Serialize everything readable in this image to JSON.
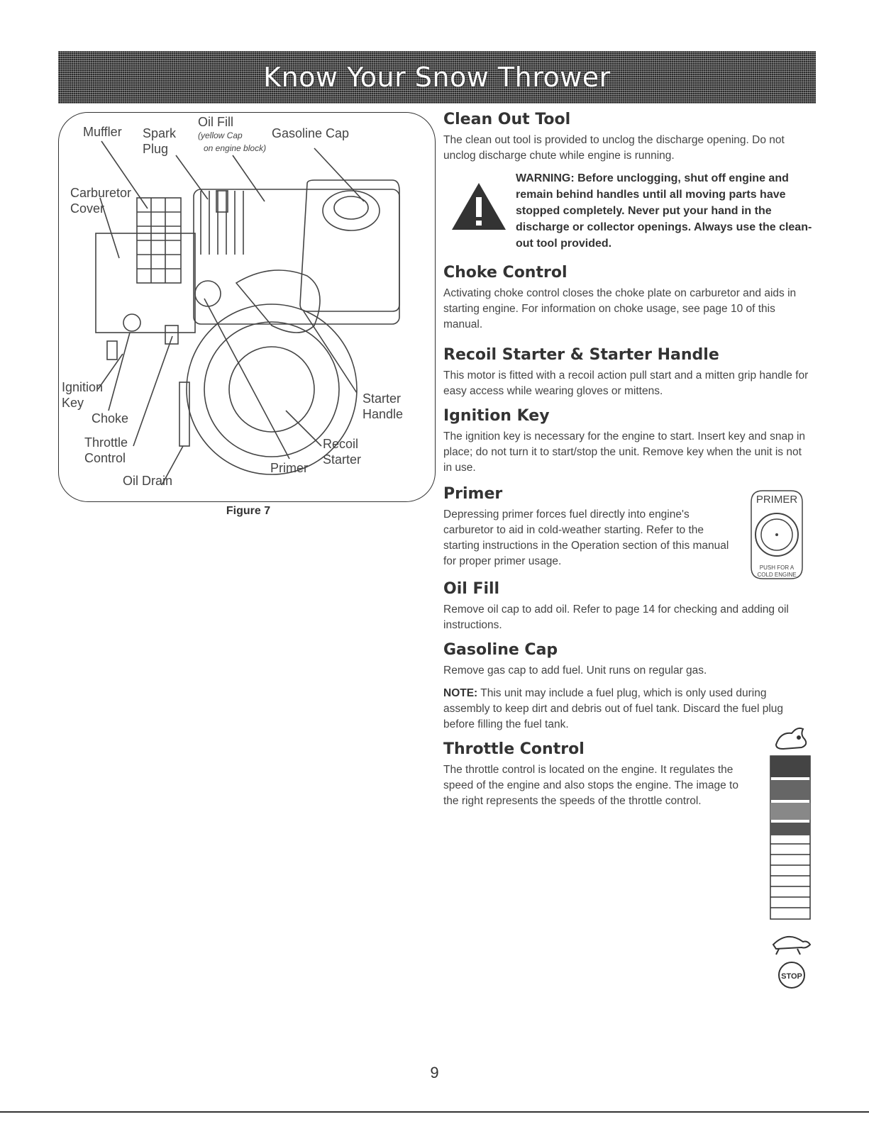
{
  "header": {
    "title": "Know Your Snow Thrower"
  },
  "figure": {
    "caption": "Figure 7",
    "labels": {
      "muffler": "Muffler",
      "spark": "Spark",
      "plug": "Plug",
      "oil_fill": "Oil Fill",
      "oil_fill_note1": "(yellow Cap",
      "oil_fill_note2": "on engine block)",
      "gasoline_cap": "Gasoline Cap",
      "carburetor": "Carburetor",
      "cover": "Cover",
      "ignition": "Ignition",
      "key": "Key",
      "choke": "Choke",
      "throttle": "Throttle",
      "control": "Control",
      "oil_drain": "Oil Drain",
      "primer": "Primer",
      "recoil": "Recoil",
      "starter": "Starter",
      "starter_top": "Starter",
      "handle": "Handle"
    }
  },
  "sections": {
    "clean_out_tool": {
      "title": "Clean Out Tool",
      "body": "The clean out tool is provided to unclog the discharge opening. Do not unclog discharge chute while engine is running."
    },
    "warning": {
      "text": "WARNING: Before unclogging, shut off engine and remain behind handles until all moving parts have stopped completely. Never put your hand in the discharge or collector openings. Always use the clean-out tool provided."
    },
    "choke_control": {
      "title": "Choke Control",
      "body": "Activating choke control closes the choke plate on carburetor and aids in starting engine. For information on choke usage, see page 10 of this manual."
    },
    "recoil_starter": {
      "title": "Recoil Starter & Starter Handle",
      "body": "This motor is fitted with a recoil action pull start and a mitten grip handle for easy access while wearing gloves or mittens."
    },
    "ignition_key": {
      "title": "Ignition Key",
      "body": "The ignition key is necessary for the engine to start. Insert key and snap in place; do not turn it to start/stop the unit. Remove key when the unit is not in use."
    },
    "primer": {
      "title": "Primer",
      "body": "Depressing primer forces fuel directly into engine's carburetor to aid in cold-weather starting. Refer to the starting instructions in the Operation section of this manual for proper primer usage.",
      "graphic_label": "PRIMER",
      "graphic_sub1": "PUSH FOR A",
      "graphic_sub2": "COLD ENGINE"
    },
    "oil_fill": {
      "title": "Oil Fill",
      "body": "Remove oil cap to add oil. Refer to page 14 for checking and adding oil instructions."
    },
    "gasoline_cap": {
      "title": "Gasoline Cap",
      "body": "Remove gas cap to add fuel. Unit runs on regular gas.",
      "note_label": "NOTE:",
      "note_body": " This unit may include a fuel plug, which is only used during assembly to keep dirt and debris out of fuel tank. Discard the fuel plug before filling the fuel tank."
    },
    "throttle_control": {
      "title": "Throttle Control",
      "body": "The throttle control is located on the engine. It regulates the speed of the engine and also stops the engine. The image to the right represents the speeds of the throttle control.",
      "stop_label": "STOP"
    }
  },
  "footer": {
    "page_number": "9"
  }
}
